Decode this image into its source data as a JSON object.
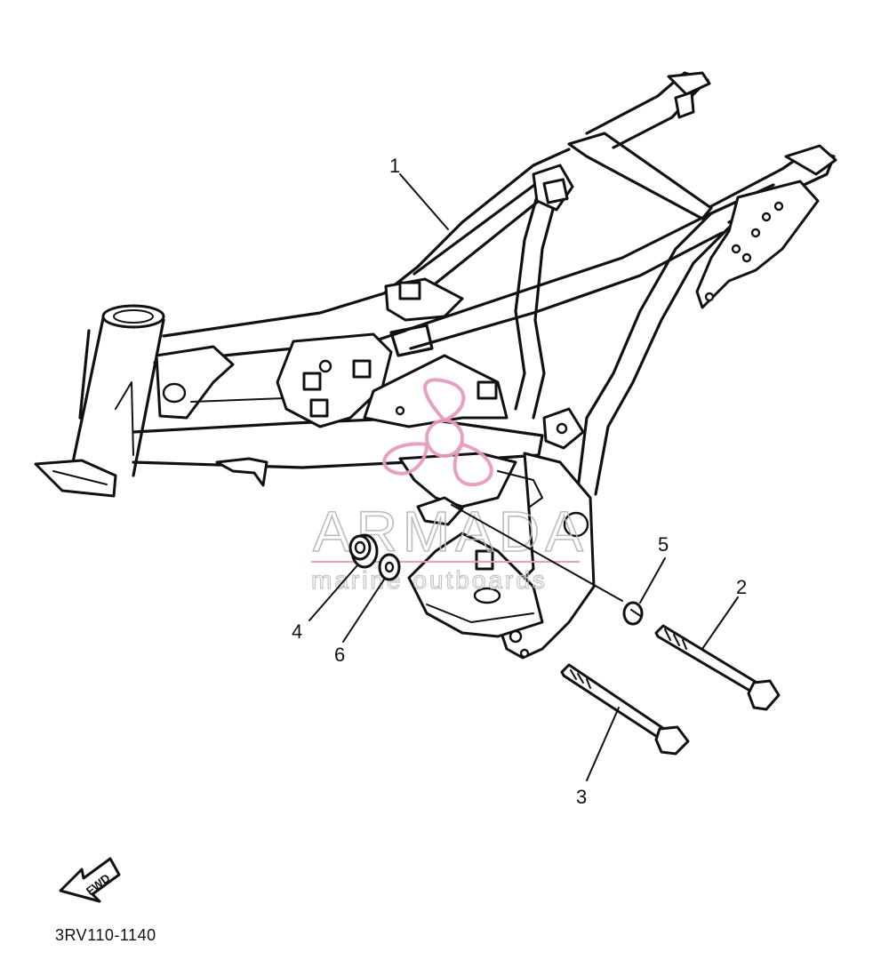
{
  "diagram": {
    "part_code": "3RV110-1140",
    "fwd_label": "FWD",
    "callouts": [
      {
        "id": "1",
        "label": "1"
      },
      {
        "id": "2",
        "label": "2"
      },
      {
        "id": "3",
        "label": "3"
      },
      {
        "id": "4",
        "label": "4"
      },
      {
        "id": "5",
        "label": "5"
      },
      {
        "id": "6",
        "label": "6"
      }
    ]
  },
  "watermark": {
    "brand": "ARMADA",
    "tagline": "marine outboards",
    "logo_color": "#e79bbd",
    "text_color": "#b9b9b9"
  }
}
